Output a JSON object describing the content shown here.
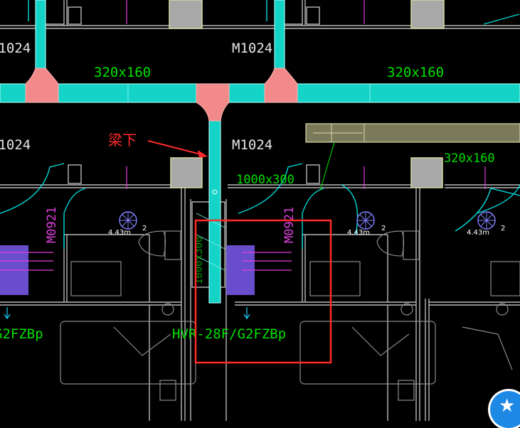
{
  "labels": {
    "door_m1024": "M1024",
    "door_m0921": "M0921",
    "duct_320x160": "320x160",
    "duct_1000x300": "1000x300",
    "below_beam": "梁下",
    "unit_hvr": "HVR-28F/G2FZBp",
    "unit_hvr_partial": "G2FZBp",
    "unit_vertical": "1000x300",
    "height_value": "4.43m",
    "height_sup": "2"
  },
  "colors": {
    "background": "#000000",
    "duct": "#14d4c8",
    "elbow": "#f28a8a",
    "annotation": "#ff2a2a",
    "text_green": "#00e000",
    "text_magenta": "#e040e0"
  },
  "icons": {
    "star_button": "star-icon"
  }
}
